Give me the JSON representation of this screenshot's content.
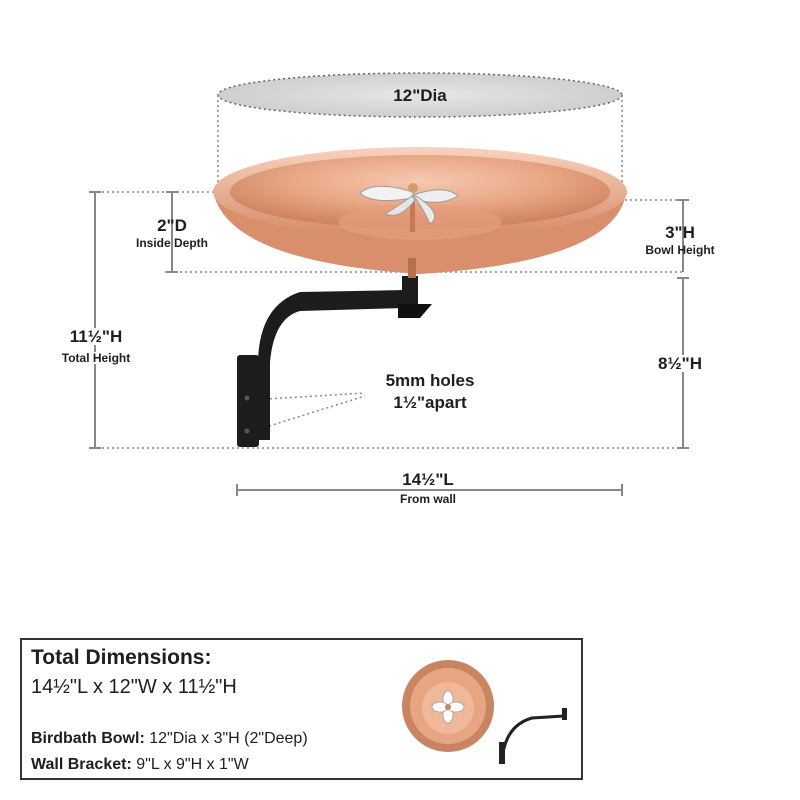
{
  "dimensions": {
    "diameter": "12\"Dia",
    "inside_depth_value": "2\"D",
    "inside_depth_caption": "Inside Depth",
    "bowl_height_value": "3\"H",
    "bowl_height_caption": "Bowl Height",
    "total_height_value": "11½\"H",
    "total_height_caption": "Total Height",
    "bracket_height_value": "8½\"H",
    "holes_line1": "5mm holes",
    "holes_line2": "1½\"apart",
    "length_value": "14½\"L",
    "length_caption": "From wall"
  },
  "summary": {
    "title": "Total Dimensions:",
    "total": "14½\"L x 12\"W x 11½\"H",
    "bowl_label": "Birdbath Bowl:",
    "bowl_value": "12\"Dia x 3\"H (2\"Deep)",
    "bracket_label": "Wall Bracket:",
    "bracket_value": "9\"L x 9\"H x 1\"W"
  },
  "colors": {
    "copper": "#e8a888",
    "copper_dark": "#c8785a",
    "bracket": "#1c1c1c",
    "dim_line": "#888888"
  }
}
